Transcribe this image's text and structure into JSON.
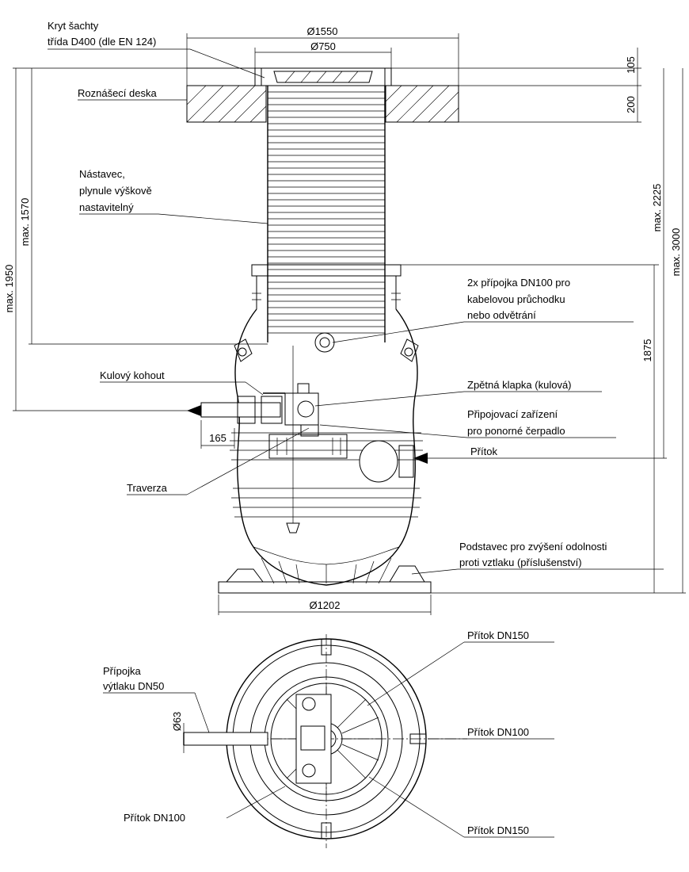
{
  "dimensions": {
    "d1550": "Ø1550",
    "d750": "Ø750",
    "h105": "105",
    "h200": "200",
    "h2225": "max. 2225",
    "h3000": "max. 3000",
    "h1570": "max. 1570",
    "h1950": "max. 1950",
    "h1875": "1875",
    "w165": "165",
    "d1202": "Ø1202",
    "d63": "Ø63"
  },
  "labels": {
    "cover_1": "Kryt šachty",
    "cover_2": "třída D400 (dle EN 124)",
    "slab": "Roznášecí deska",
    "ext_1": "Nástavec,",
    "ext_2": "plynule výškově",
    "ext_3": "nastavitelný",
    "conn_1": "2x přípojka DN100 pro",
    "conn_2": "kabelovou průchodku",
    "conn_3": "nebo odvětrání",
    "valve": "Kulový kohout",
    "check_valve": "Zpětná klapka (kulová)",
    "coupling_1": "Připojovací zařízení",
    "coupling_2": "pro ponorné čerpadlo",
    "inflow": "Přítok",
    "traverse": "Traverza",
    "base_1": "Podstavec pro zvýšení odolnosti",
    "base_2": "proti vztlaku (příslušenství)"
  },
  "plan_labels": {
    "discharge_1": "Přípojka",
    "discharge_2": "výtlaku DN50",
    "inflow_dn150_top": "Přítok DN150",
    "inflow_dn100_right": "Přítok DN100",
    "inflow_dn100_left": "Přítok DN100",
    "inflow_dn150_bottom": "Přítok DN150"
  }
}
